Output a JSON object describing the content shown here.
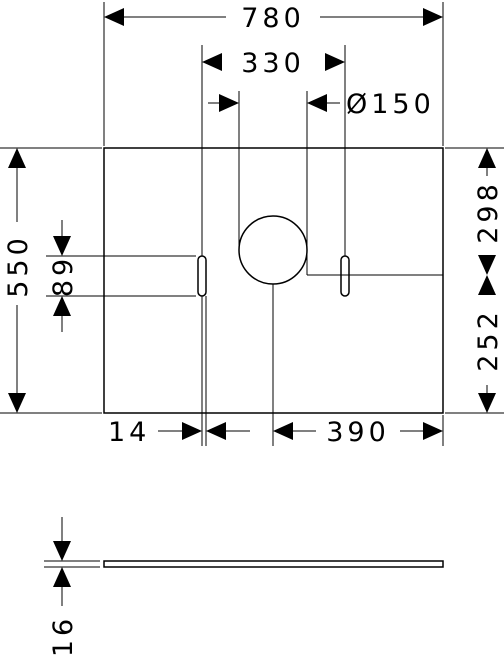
{
  "drawing": {
    "dimensions": {
      "overall_width": "780",
      "slot_spacing": "330",
      "hole_diameter": "Ø150",
      "overall_depth": "550",
      "slot_height": "89",
      "upper_to_center": "298",
      "lower_to_center": "252",
      "slot_width": "14",
      "center_to_right": "390",
      "thickness": "16"
    }
  }
}
